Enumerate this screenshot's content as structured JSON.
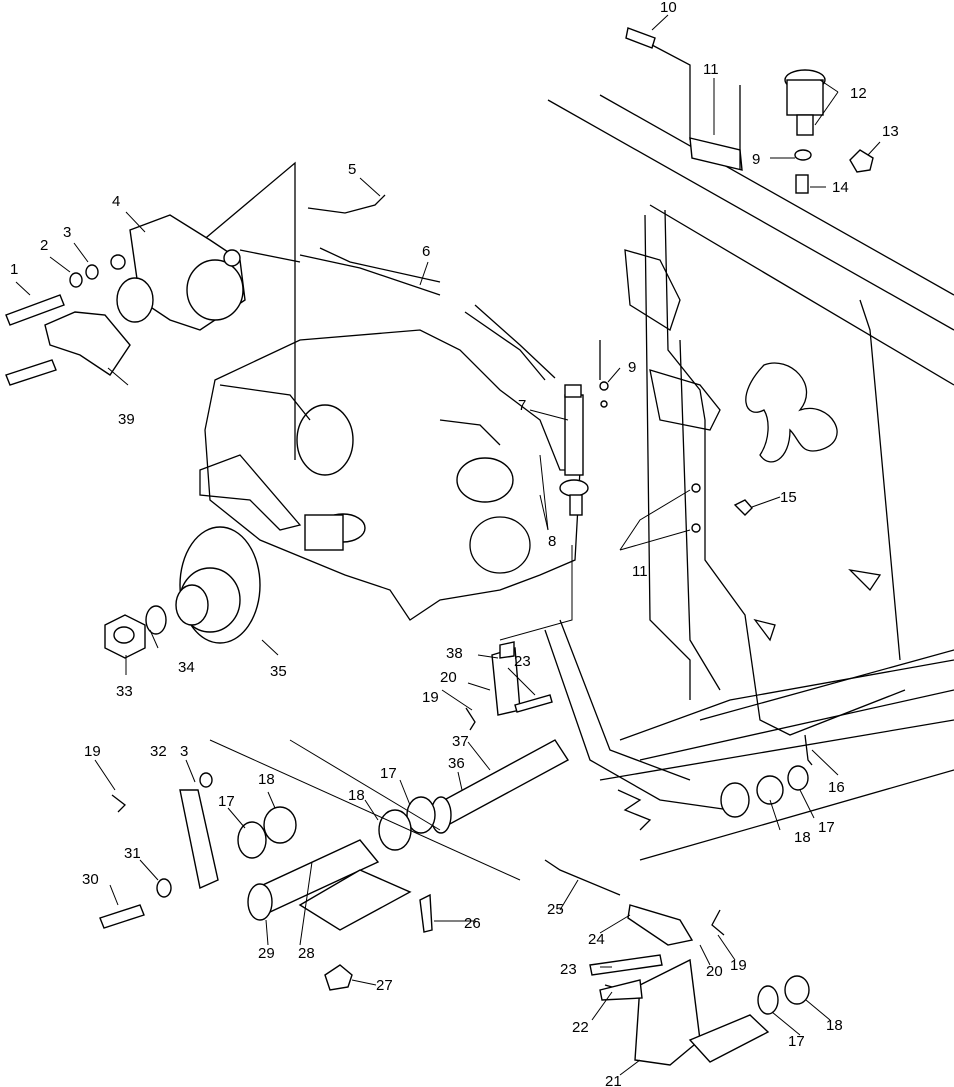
{
  "callouts": [
    {
      "id": "c1",
      "text": "1"
    },
    {
      "id": "c2",
      "text": "2"
    },
    {
      "id": "c3a",
      "text": "3"
    },
    {
      "id": "c3b",
      "text": "3"
    },
    {
      "id": "c4",
      "text": "4"
    },
    {
      "id": "c5",
      "text": "5"
    },
    {
      "id": "c6",
      "text": "6"
    },
    {
      "id": "c7",
      "text": "7"
    },
    {
      "id": "c8",
      "text": "8"
    },
    {
      "id": "c9a",
      "text": "9"
    },
    {
      "id": "c9b",
      "text": "9"
    },
    {
      "id": "c10",
      "text": "10"
    },
    {
      "id": "c11a",
      "text": "11"
    },
    {
      "id": "c11b",
      "text": "11"
    },
    {
      "id": "c12",
      "text": "12"
    },
    {
      "id": "c13",
      "text": "13"
    },
    {
      "id": "c14",
      "text": "14"
    },
    {
      "id": "c15",
      "text": "15"
    },
    {
      "id": "c16",
      "text": "16"
    },
    {
      "id": "c17a",
      "text": "17"
    },
    {
      "id": "c17b",
      "text": "17"
    },
    {
      "id": "c17c",
      "text": "17"
    },
    {
      "id": "c17d",
      "text": "17"
    },
    {
      "id": "c18a",
      "text": "18"
    },
    {
      "id": "c18b",
      "text": "18"
    },
    {
      "id": "c18c",
      "text": "18"
    },
    {
      "id": "c18d",
      "text": "18"
    },
    {
      "id": "c19a",
      "text": "19"
    },
    {
      "id": "c19b",
      "text": "19"
    },
    {
      "id": "c19c",
      "text": "19"
    },
    {
      "id": "c20a",
      "text": "20"
    },
    {
      "id": "c20b",
      "text": "20"
    },
    {
      "id": "c21",
      "text": "21"
    },
    {
      "id": "c22",
      "text": "22"
    },
    {
      "id": "c23a",
      "text": "23"
    },
    {
      "id": "c23b",
      "text": "23"
    },
    {
      "id": "c24",
      "text": "24"
    },
    {
      "id": "c25",
      "text": "25"
    },
    {
      "id": "c26",
      "text": "26"
    },
    {
      "id": "c27",
      "text": "27"
    },
    {
      "id": "c28",
      "text": "28"
    },
    {
      "id": "c29",
      "text": "29"
    },
    {
      "id": "c30",
      "text": "30"
    },
    {
      "id": "c31",
      "text": "31"
    },
    {
      "id": "c32",
      "text": "32"
    },
    {
      "id": "c33",
      "text": "33"
    },
    {
      "id": "c34",
      "text": "34"
    },
    {
      "id": "c35",
      "text": "35"
    },
    {
      "id": "c36",
      "text": "36"
    },
    {
      "id": "c37",
      "text": "37"
    },
    {
      "id": "c38",
      "text": "38"
    },
    {
      "id": "c39",
      "text": "39"
    }
  ]
}
